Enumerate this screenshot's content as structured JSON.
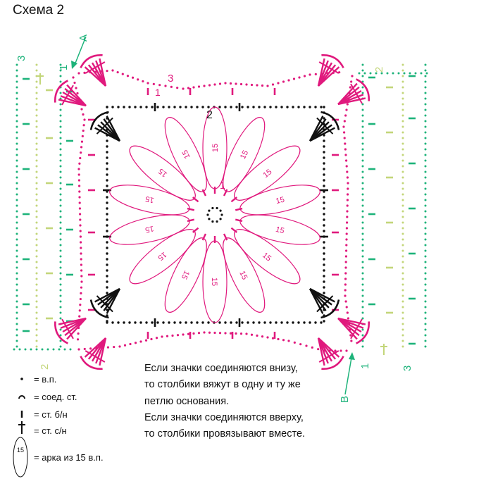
{
  "title": "Схема 2",
  "markers": {
    "top_arrow": "A",
    "bottom_arrow": "B"
  },
  "row_numbers": {
    "r1": "1",
    "r2": "2",
    "r3": "3"
  },
  "legend": [
    {
      "icon": "chain-dot-icon",
      "label": "= в.п."
    },
    {
      "icon": "slip-stitch-icon",
      "label": "= соед. ст."
    },
    {
      "icon": "single-crochet-icon",
      "label": "= ст. б/н"
    },
    {
      "icon": "double-crochet-icon",
      "label": "= ст. с/н"
    },
    {
      "icon": "chain-arch-icon",
      "icon_text": "15",
      "label": "= арка из 15 в.п."
    }
  ],
  "petal_label": "15",
  "notes": [
    "Если значки соединяются внизу, то столбики вяжут в одну и ту же петлю основания.",
    "Если значки соединяются вверху, то столбики провязывают вместе."
  ],
  "colors": {
    "round1": "#e0197d",
    "round2": "#111111",
    "round3": "#e0197d",
    "side_green": "#1db37a",
    "side_lime": "#c3d67a"
  }
}
